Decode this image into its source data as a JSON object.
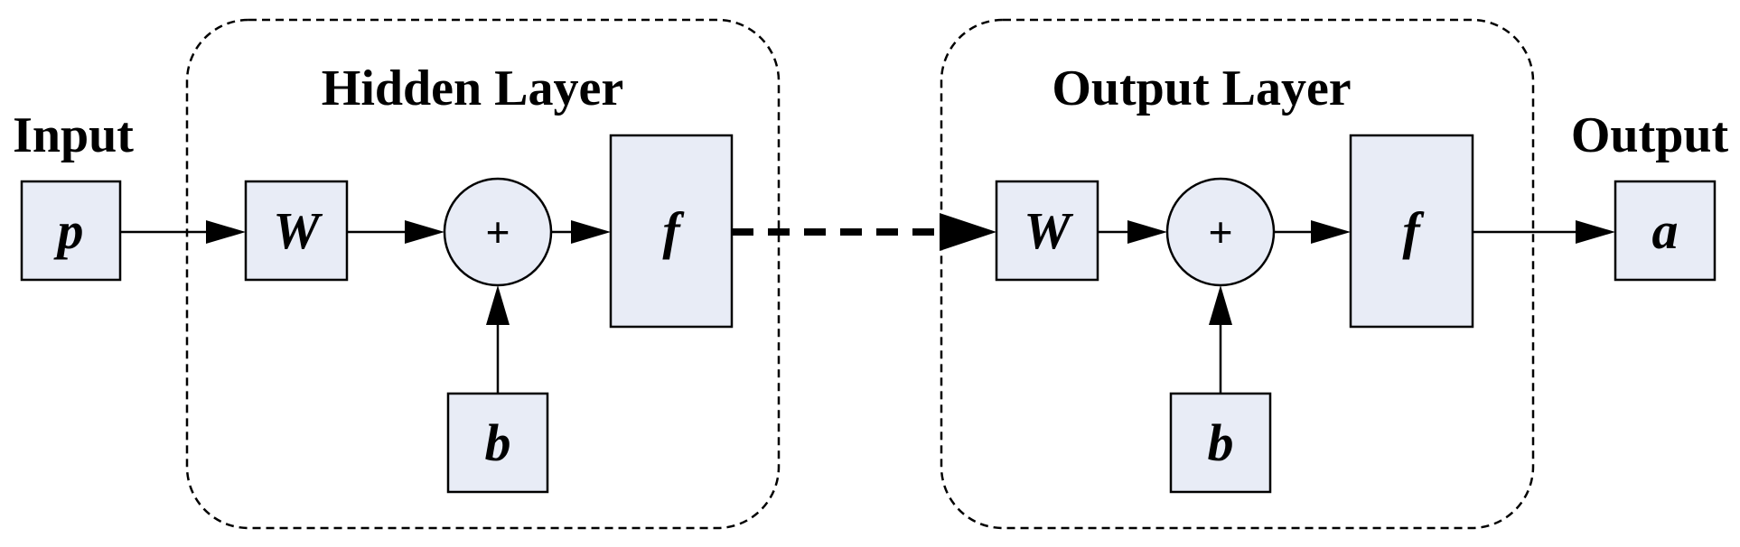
{
  "labels": {
    "input": "Input",
    "output": "Output",
    "hidden_layer": "Hidden Layer",
    "output_layer": "Output Layer"
  },
  "nodes": {
    "input_var": "p",
    "hidden_weight": "W",
    "hidden_sum": "+",
    "hidden_bias": "b",
    "hidden_function": "f",
    "output_weight": "W",
    "output_sum": "+",
    "output_bias": "b",
    "output_function": "f",
    "output_var": "a"
  },
  "colors": {
    "box_fill": "#e8ecf6",
    "stroke": "#000000"
  }
}
